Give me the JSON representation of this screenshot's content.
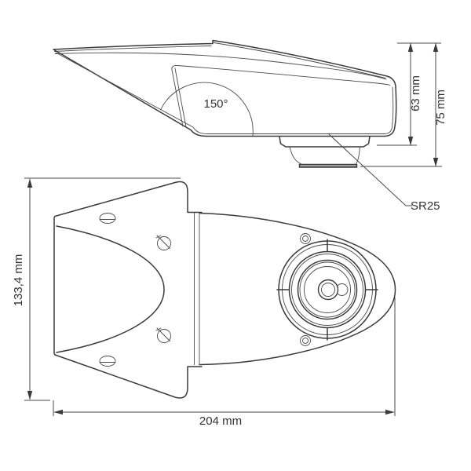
{
  "drawing_type": "technical-dimension-drawing",
  "subject": "roof-mount-camera-two-views",
  "dimensions": {
    "fov_angle": "150°",
    "body_height": "63 mm",
    "total_height": "75 mm",
    "dome_radius": "SR25",
    "bracket_height": "133,4 mm",
    "overall_length": "204 mm"
  },
  "colors": {
    "line": "#3a3a3a",
    "text": "#333333",
    "background": "#ffffff"
  }
}
